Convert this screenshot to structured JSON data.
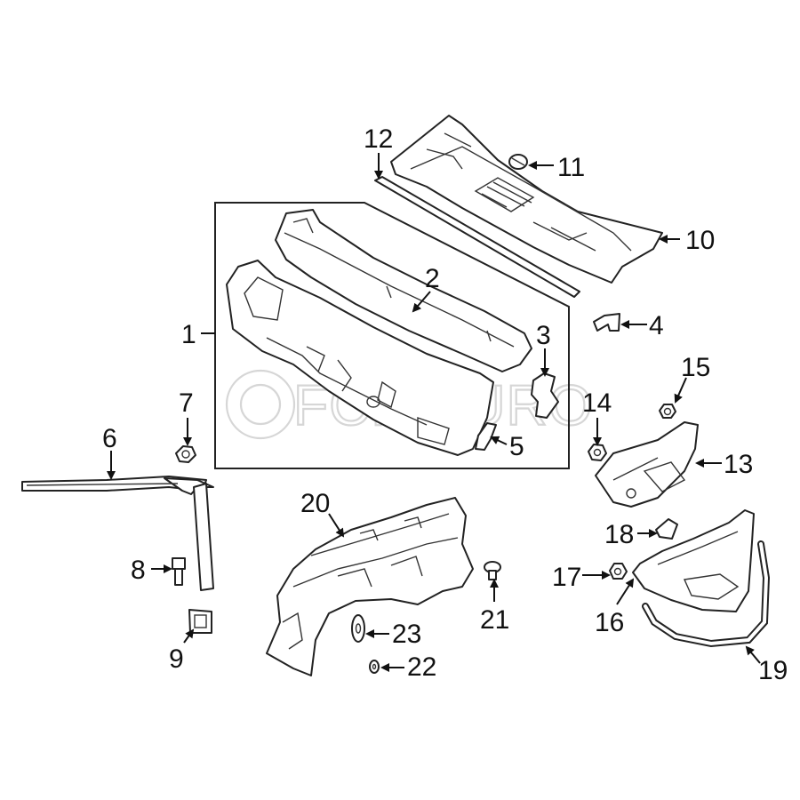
{
  "watermark": "FCP EURO",
  "callouts": {
    "c1": "1",
    "c2": "2",
    "c3": "3",
    "c4": "4",
    "c5": "5",
    "c6": "6",
    "c7": "7",
    "c8": "8",
    "c9": "9",
    "c10": "10",
    "c11": "11",
    "c12": "12",
    "c13": "13",
    "c14": "14",
    "c15": "15",
    "c16": "16",
    "c17": "17",
    "c18": "18",
    "c19": "19",
    "c20": "20",
    "c21": "21",
    "c22": "22",
    "c23": "23"
  }
}
